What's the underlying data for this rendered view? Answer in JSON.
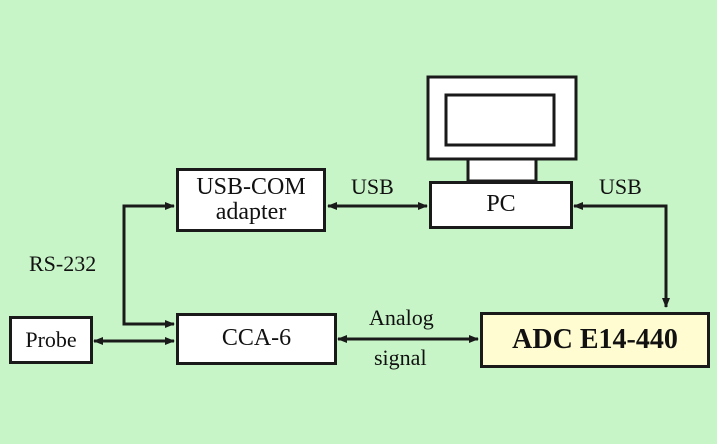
{
  "colors": {
    "background": "#c8f5c8",
    "box_fill": "#ffffff",
    "adc_fill": "#fefcd0",
    "line": "#1a1a1a"
  },
  "blocks": {
    "usb_com": {
      "line1": "USB-COM",
      "line2": "adapter"
    },
    "pc": "PC",
    "probe": "Probe",
    "cca": "CCA-6",
    "adc": "ADC E14-440"
  },
  "labels": {
    "usb_left": "USB",
    "usb_right": "USB",
    "rs232": "RS-232",
    "analog_line1": "Analog",
    "analog_line2": "signal"
  },
  "icons": {
    "computer": "monitor-icon"
  }
}
